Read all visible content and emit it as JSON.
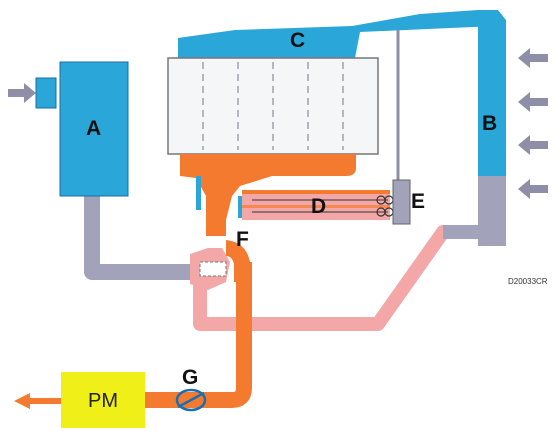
{
  "labels": {
    "a": "A",
    "b": "B",
    "c": "C",
    "d": "D",
    "e": "E",
    "f": "F",
    "g": "G",
    "pm": "PM"
  },
  "reference": "D20033CR",
  "colors": {
    "cold_air": "#2aa7d8",
    "cold_air_dark": "#1b7fb0",
    "intake_pipe": "#9f9fb8",
    "hot_exhaust": "#f47a2f",
    "warm_exhaust": "#f4a7a7",
    "pm_filter": "#f0f018",
    "arrow": "#8e8ea8",
    "exhaust_arrow": "#f47a2f",
    "engine_block": "#f4f6f8"
  }
}
